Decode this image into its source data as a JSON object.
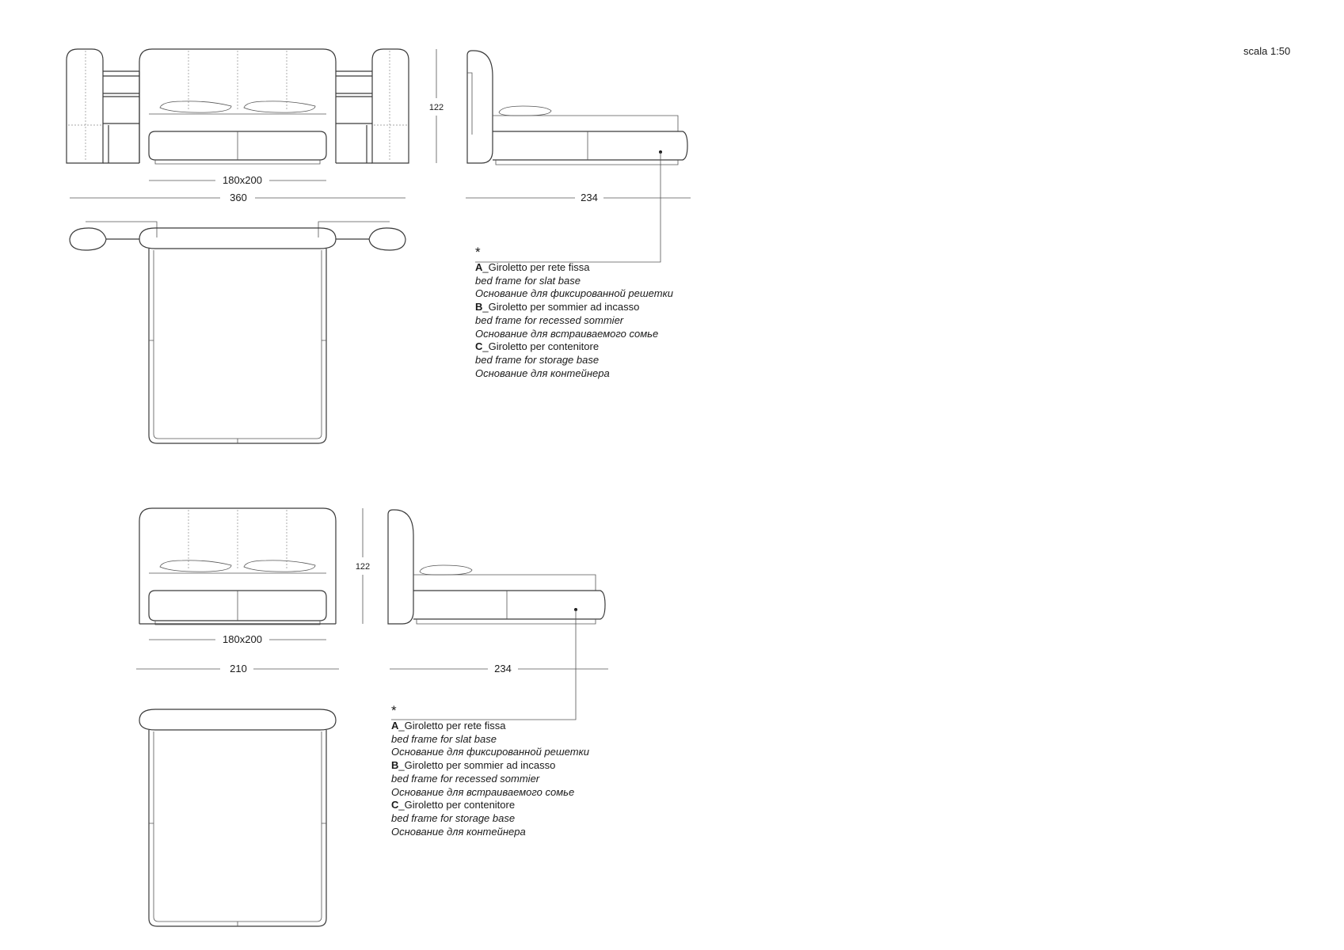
{
  "scale_label": "scala 1:50",
  "dimensions": {
    "top_front_mattress": "180x200",
    "top_front_total": "360",
    "top_height": "122",
    "top_side_length": "234",
    "bottom_front_mattress": "180x200",
    "bottom_front_total": "210",
    "bottom_height": "122",
    "bottom_side_length": "234"
  },
  "notes": [
    {
      "marker": "*",
      "items": [
        {
          "letter": "A",
          "title": "_Giroletto per rete fissa",
          "en": "bed frame for slat base",
          "ru": "Основание для фиксированной решетки"
        },
        {
          "letter": "B",
          "title": "_Giroletto per sommier ad incasso",
          "en": "bed frame for recessed sommier",
          "ru": "Основание для встраиваемого сомье"
        },
        {
          "letter": "C",
          "title": "_Giroletto per contenitore",
          "en": "bed frame for storage base",
          "ru": "Основание для контейнера"
        }
      ]
    },
    {
      "marker": "*",
      "items": [
        {
          "letter": "A",
          "title": "_Giroletto per rete fissa",
          "en": "bed frame for slat base",
          "ru": "Основание для фиксированной решетки"
        },
        {
          "letter": "B",
          "title": "_Giroletto per sommier ad incasso",
          "en": "bed frame for recessed sommier",
          "ru": "Основание для встраиваемого сомье"
        },
        {
          "letter": "C",
          "title": "_Giroletto per contenitore",
          "en": "bed frame for storage base",
          "ru": "Основание для контейнера"
        }
      ]
    }
  ]
}
